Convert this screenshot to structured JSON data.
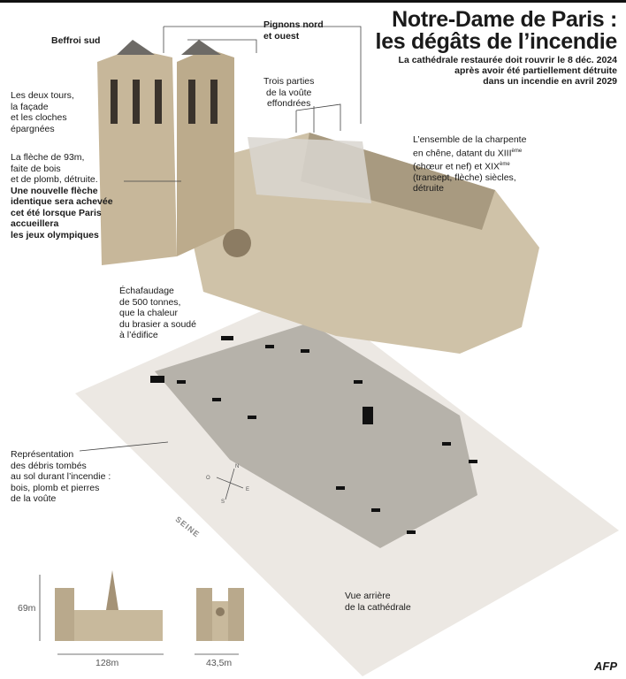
{
  "header": {
    "title_line1": "Notre-Dame de Paris :",
    "title_line2": "les dégâts de l’incendie",
    "subtitle_line1": "La cathédrale restaurée doit rouvrir le 8 déc. 2024",
    "subtitle_line2": "après avoir été partiellement détruite",
    "subtitle_line3": "dans un incendie en avril 2029"
  },
  "labels": {
    "beffroi": "Beffroi sud",
    "pignons_1": "Pignons nord",
    "pignons_2": "et ouest",
    "voute_1": "Trois parties",
    "voute_2": "de la voûte",
    "voute_3": "effondrées",
    "tours_1": "Les deux tours,",
    "tours_2": "la façade",
    "tours_3": "et les cloches",
    "tours_4": "épargnées",
    "fleche_1": "La flèche de 93m,",
    "fleche_2": "faite de bois",
    "fleche_3": "et de plomb, détruite.",
    "fleche_b1": "Une nouvelle flèche",
    "fleche_b2": "identique sera achevée",
    "fleche_b3": "cet été lorsque Paris",
    "fleche_b4": "accueillera",
    "fleche_b5": "les jeux olympiques",
    "charpente_1": "L’ensemble de la charpente",
    "charpente_2a": "en chêne, datant du XIII",
    "charpente_2s": "ème",
    "charpente_3a": "(chœur et nef) et XIX",
    "charpente_3s": "ème",
    "charpente_4": "(transept, flèche) siècles,",
    "charpente_5": "détruite",
    "echaf_1": "Échafaudage",
    "echaf_2": "de 500 tonnes,",
    "echaf_3": "que la chaleur",
    "echaf_4": "du brasier a soudé",
    "echaf_5": "à l’édifice",
    "debris_1": "Représentation",
    "debris_2": "des débris tombés",
    "debris_3": "au sol durant l’incendie :",
    "debris_4": "bois, plomb et pierres",
    "debris_5": "de la voûte",
    "seine": "SEINE",
    "vue_1": "Vue arrière",
    "vue_2": "de la cathédrale",
    "height": "69m",
    "length": "128m",
    "width": "43,5m",
    "compass_o": "O",
    "compass_e": "E",
    "compass_n": "N",
    "compass_s": "S",
    "credit": "AFP"
  }
}
